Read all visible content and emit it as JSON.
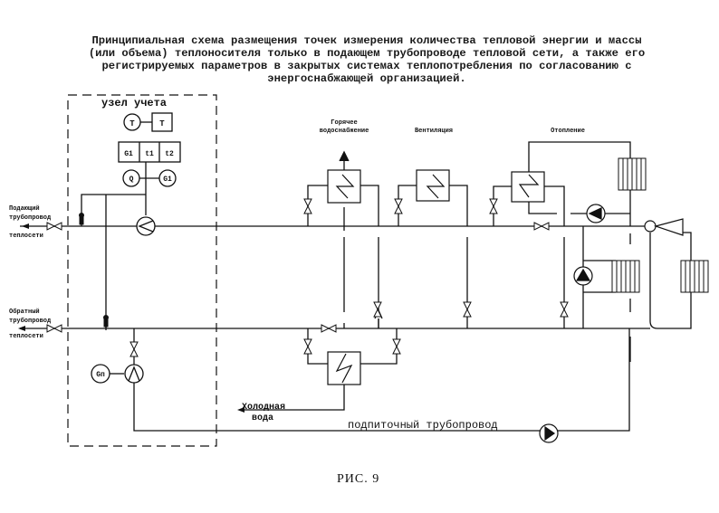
{
  "title": {
    "lines": [
      "Принципиальная схема размещения точек измерения количества тепловой энергии и массы",
      "(или объема) теплоносителя только в подающем трубопроводе тепловой сети, а также его",
      "регистрируемых параметров в закрытых системах теплопотребления по согласованию с",
      "энергоснабжающей организацией."
    ]
  },
  "metering_unit": {
    "label": "узел учета",
    "t_circle": "T",
    "t_box": "T",
    "calc_cells": [
      "G1",
      "t1",
      "t2"
    ],
    "q_circle": "Q",
    "g1_circle": "G1",
    "gn_circle": "Gп"
  },
  "pipes": {
    "supply": [
      "Подающий",
      "трубопровод",
      "теплосети"
    ],
    "return": [
      "Обратный",
      "трубопровод",
      "теплосети"
    ],
    "cold_water": [
      "Холодная",
      "вода"
    ],
    "makeup": "подпиточный трубопровод"
  },
  "systems": {
    "hot_water": [
      "Горячее",
      "водоснабжение"
    ],
    "ventilation": "Вентиляция",
    "heating": "Отопление"
  },
  "figure_caption": "РИС. 9"
}
